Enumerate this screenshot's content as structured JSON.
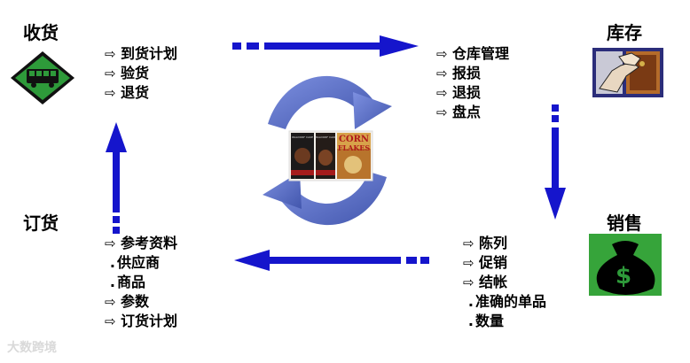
{
  "titles": {
    "receiving": "收货",
    "inventory": "库存",
    "ordering": "订货",
    "sales": "销售"
  },
  "lists": {
    "receiving": [
      {
        "marker": "⇨",
        "text": "到货计划"
      },
      {
        "marker": "⇨",
        "text": "验货"
      },
      {
        "marker": "⇨",
        "text": "退货"
      }
    ],
    "inventory": [
      {
        "marker": "⇨",
        "text": "仓库管理"
      },
      {
        "marker": "⇨",
        "text": "报损"
      },
      {
        "marker": "⇨",
        "text": "退损"
      },
      {
        "marker": "⇨",
        "text": "盘点"
      }
    ],
    "ordering": [
      {
        "marker": "⇨",
        "text": "参考资料"
      },
      {
        "marker": ".",
        "text": "供应商"
      },
      {
        "marker": ".",
        "text": "商品"
      },
      {
        "marker": "⇨",
        "text": "参数"
      },
      {
        "marker": "⇨",
        "text": "订货计划"
      }
    ],
    "sales": [
      {
        "marker": "⇨",
        "text": "陈列"
      },
      {
        "marker": "⇨",
        "text": "促销"
      },
      {
        "marker": "⇨",
        "text": "结帐"
      },
      {
        "marker": ".",
        "text": "准确的单品"
      },
      {
        "marker": ".",
        "text": "数量"
      }
    ]
  },
  "center_image": {
    "box1_label": "WALDORF CAKE",
    "box2_label": "WALDORF CAKE",
    "cereal_line1": "CORN",
    "cereal_line2": "FLAKES"
  },
  "sales_icon_symbol": "$",
  "watermark": "大数跨境",
  "colors": {
    "arrow": "#1515cc",
    "cycle": "#5a6ec8",
    "sign": "#2e7d32"
  }
}
